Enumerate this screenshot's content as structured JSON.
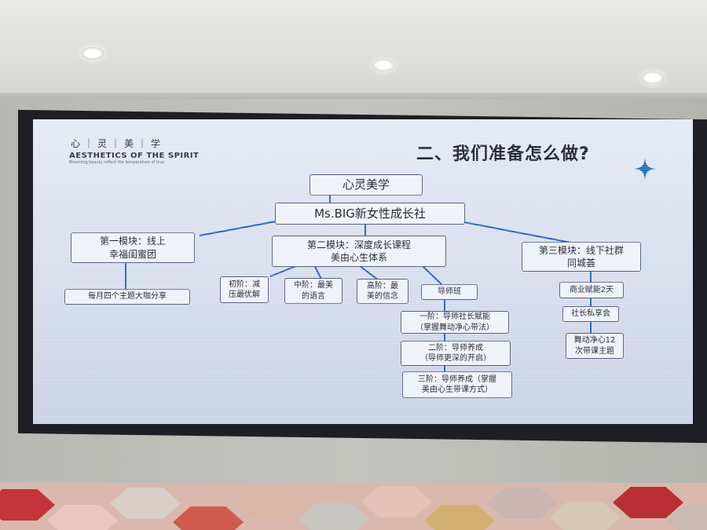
{
  "slide": {
    "brand_cn": "心｜灵｜美｜学",
    "brand_en": "AESTHETICS OF THE SPIRIT",
    "brand_tag": "Blooming beauty reflect the temperature of love",
    "title": "二、我们准备怎么做?",
    "accent_color": "#1f6fc0",
    "icon": "star-icon"
  },
  "diagram": {
    "root": "心灵美学",
    "level1": "Ms.BIG新女性成长社",
    "module1": {
      "label": "第一模块：线上\n幸福闺蜜团",
      "child": "每月四个主题大咖分享"
    },
    "module2": {
      "label": "第二模块：深度成长课程\n美由心生体系",
      "children": [
        "初阶：减\n压最优解",
        "中阶：最美\n的语言",
        "高阶：最\n美的信念",
        "导师班"
      ],
      "mentor_steps": [
        "一阶：导师社长赋能\n（掌握舞动净心带法）",
        "二阶：导师养成\n（导师更深的开启）",
        "三阶：导师养成（掌握\n美由心生带课方式）"
      ]
    },
    "module3": {
      "label": "第三模块：线下社群\n同城荟",
      "children": [
        "商业赋能2天",
        "社长私享会",
        "舞动净心12\n次带课主题"
      ]
    }
  }
}
